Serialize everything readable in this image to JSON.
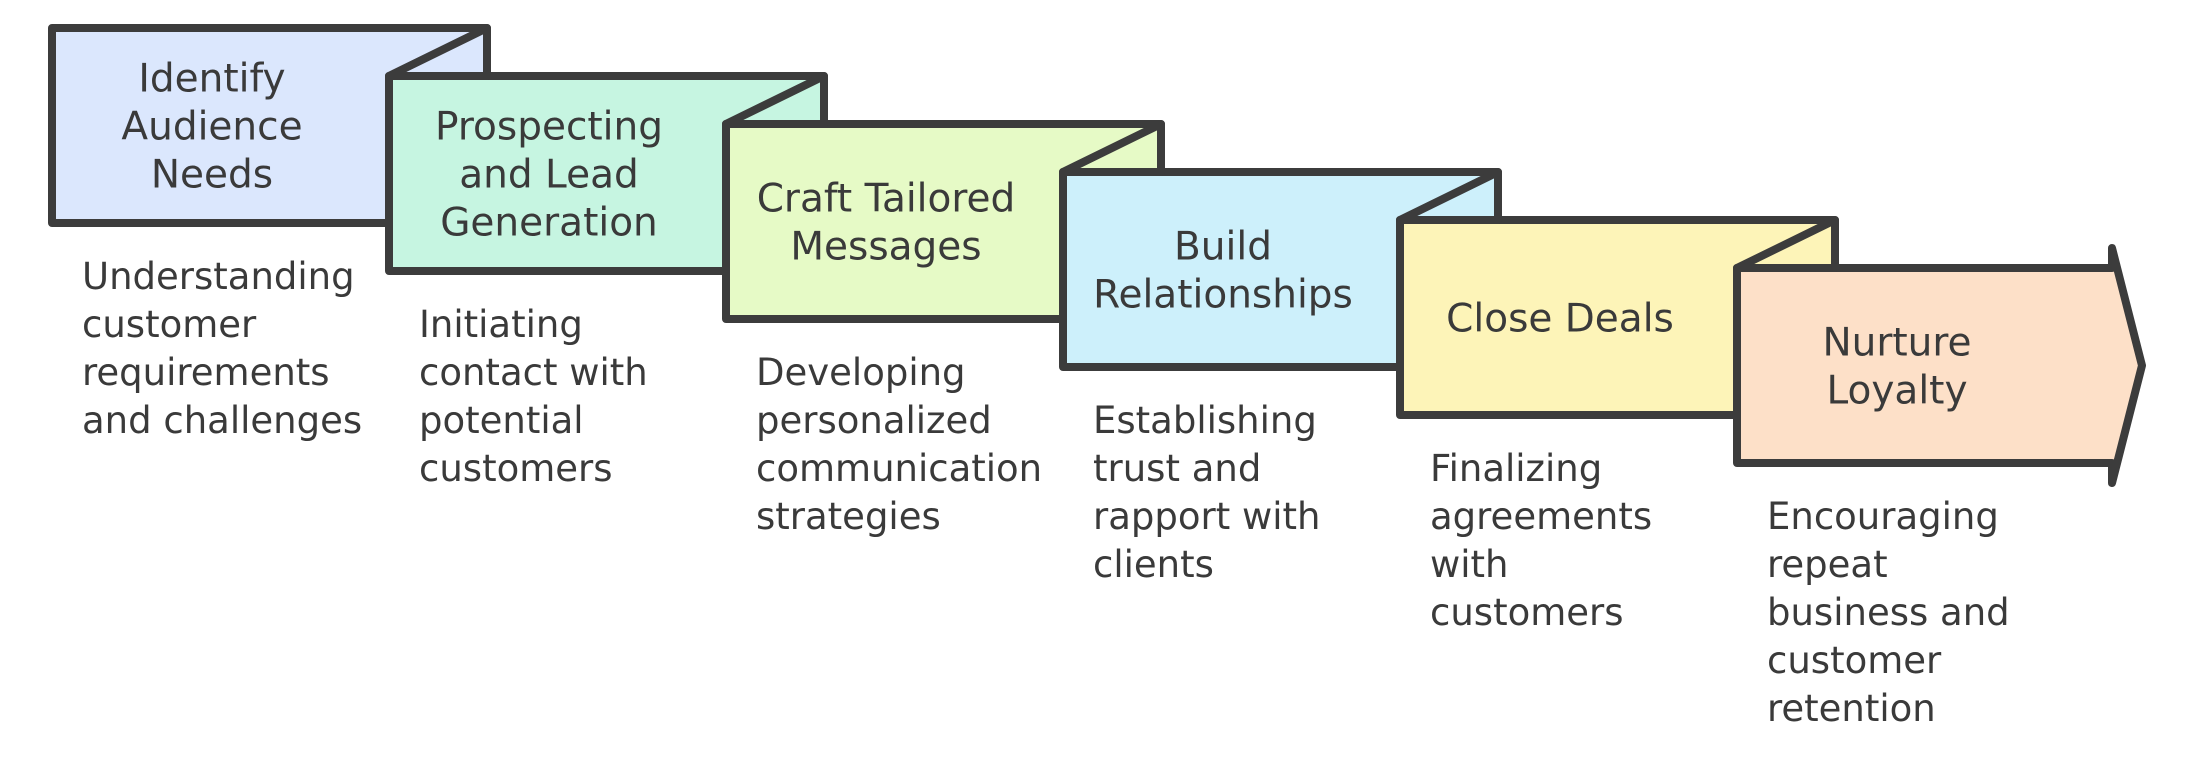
{
  "steps": [
    {
      "id": "identify-audience-needs",
      "title_lines": [
        "Identify",
        "Audience",
        "Needs"
      ],
      "description_lines": [
        "Understanding",
        "customer",
        "requirements",
        "and challenges"
      ],
      "color": "#dbe7fd"
    },
    {
      "id": "prospecting-and-lead-generation",
      "title_lines": [
        "Prospecting",
        "and Lead",
        "Generation"
      ],
      "description_lines": [
        "Initiating",
        "contact with",
        "potential",
        "customers"
      ],
      "color": "#c6f5e1"
    },
    {
      "id": "craft-tailored-messages",
      "title_lines": [
        "Craft Tailored",
        "Messages"
      ],
      "description_lines": [
        "Developing",
        "personalized",
        "communication",
        "strategies"
      ],
      "color": "#e6fac6"
    },
    {
      "id": "build-relationships",
      "title_lines": [
        "Build",
        "Relationships"
      ],
      "description_lines": [
        "Establishing",
        "trust and",
        "rapport with",
        "clients"
      ],
      "color": "#cdf0fb"
    },
    {
      "id": "close-deals",
      "title_lines": [
        "Close Deals"
      ],
      "description_lines": [
        "Finalizing",
        "agreements",
        "with",
        "customers"
      ],
      "color": "#fdf4b8"
    },
    {
      "id": "nurture-loyalty",
      "title_lines": [
        "Nurture",
        "Loyalty"
      ],
      "description_lines": [
        "Encouraging",
        "repeat",
        "business and",
        "customer",
        "retention"
      ],
      "color": "#fde0c8"
    }
  ]
}
